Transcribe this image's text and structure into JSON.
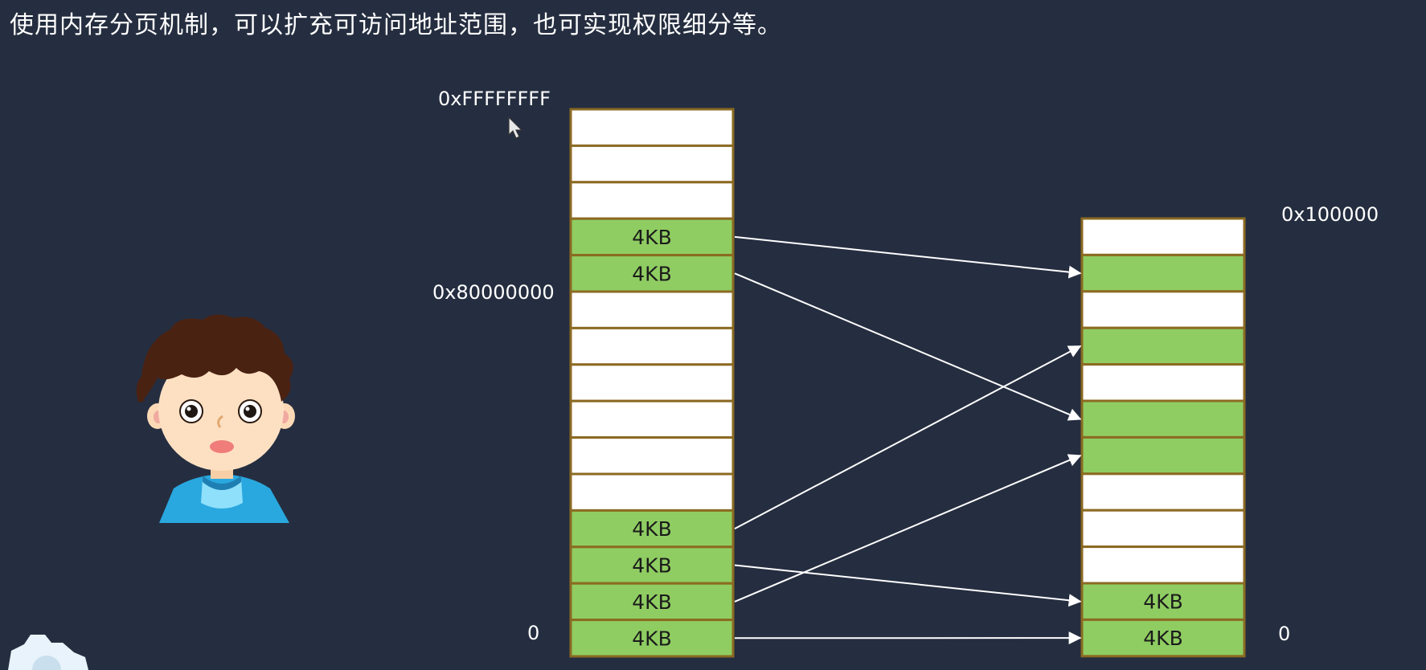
{
  "heading": "使用内存分页机制，可以扩充可访问地址范围，也可实现权限细分等。",
  "virtual_memory": {
    "top_address": "0xFFFFFFFF",
    "mid_address": "0x80000000",
    "bottom_address": "0",
    "pages": [
      {
        "label": "",
        "used": false
      },
      {
        "label": "",
        "used": false
      },
      {
        "label": "",
        "used": false
      },
      {
        "label": "4KB",
        "used": true
      },
      {
        "label": "4KB",
        "used": true
      },
      {
        "label": "",
        "used": false
      },
      {
        "label": "",
        "used": false
      },
      {
        "label": "",
        "used": false
      },
      {
        "label": "",
        "used": false
      },
      {
        "label": "",
        "used": false
      },
      {
        "label": "",
        "used": false
      },
      {
        "label": "4KB",
        "used": true
      },
      {
        "label": "4KB",
        "used": true
      },
      {
        "label": "4KB",
        "used": true
      },
      {
        "label": "4KB",
        "used": true
      }
    ]
  },
  "physical_memory": {
    "top_address": "0x100000",
    "bottom_address": "0",
    "pages": [
      {
        "label": "",
        "used": false
      },
      {
        "label": "",
        "used": true
      },
      {
        "label": "",
        "used": false
      },
      {
        "label": "",
        "used": true
      },
      {
        "label": "",
        "used": false
      },
      {
        "label": "",
        "used": true
      },
      {
        "label": "",
        "used": true
      },
      {
        "label": "",
        "used": false
      },
      {
        "label": "",
        "used": false
      },
      {
        "label": "",
        "used": false
      },
      {
        "label": "4KB",
        "used": true
      },
      {
        "label": "4KB",
        "used": true
      }
    ]
  },
  "mappings": [
    {
      "from_page": 3,
      "to_page": 1
    },
    {
      "from_page": 4,
      "to_page": 5
    },
    {
      "from_page": 11,
      "to_page": 3
    },
    {
      "from_page": 12,
      "to_page": 10
    },
    {
      "from_page": 13,
      "to_page": 6
    },
    {
      "from_page": 14,
      "to_page": 11
    }
  ],
  "colors": {
    "background": "#252e40",
    "page_used": "#8fcd62",
    "page_free": "#ffffff",
    "page_border_free": "#8b6a22",
    "page_border_used": "#5a8f2e",
    "arrow": "#ffffff"
  },
  "icons": {
    "avatar": "boy-avatar-icon",
    "gear": "gear-icon",
    "cursor": "mouse-cursor-icon"
  }
}
